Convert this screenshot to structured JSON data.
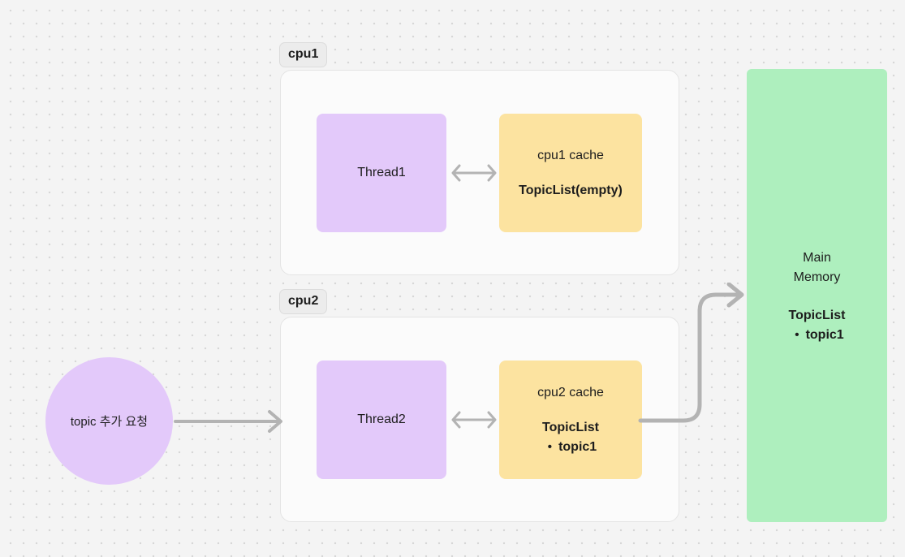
{
  "diagram": {
    "title_text_language": "ko",
    "colors": {
      "background": "#f4f4f4",
      "dot_grid": "#d6d6d6",
      "panel_fill": "#fbfbfb",
      "panel_border": "#e4e4e4",
      "badge_fill": "#ececec",
      "thread_fill": "#e3c9fa",
      "cache_fill": "#fce3a0",
      "memory_fill": "#aeefbe",
      "arrow_gray": "#b3b3b3",
      "text": "#1d1d1d"
    },
    "cpu1": {
      "badge_label": "cpu1",
      "thread": {
        "label": "Thread1"
      },
      "cache": {
        "title": "cpu1 cache",
        "list_label": "TopicList(empty)",
        "items": []
      },
      "link_icon": "bidirectional-arrow-icon"
    },
    "cpu2": {
      "badge_label": "cpu2",
      "thread": {
        "label": "Thread2"
      },
      "cache": {
        "title": "cpu2 cache",
        "list_label": "TopicList",
        "bullet": "•",
        "items": [
          "topic1"
        ]
      },
      "link_icon": "bidirectional-arrow-icon"
    },
    "main_memory": {
      "title_line1": "Main",
      "title_line2": "Memory",
      "list_label": "TopicList",
      "bullet": "•",
      "items": [
        "topic1"
      ]
    },
    "request": {
      "circle_label": "topic 추가 요청",
      "arrow_icon": "right-arrow-icon"
    },
    "flush_connector": {
      "icon": "elbow-right-arrow-icon",
      "from": "cpu2 cache",
      "to": "Main Memory"
    }
  }
}
